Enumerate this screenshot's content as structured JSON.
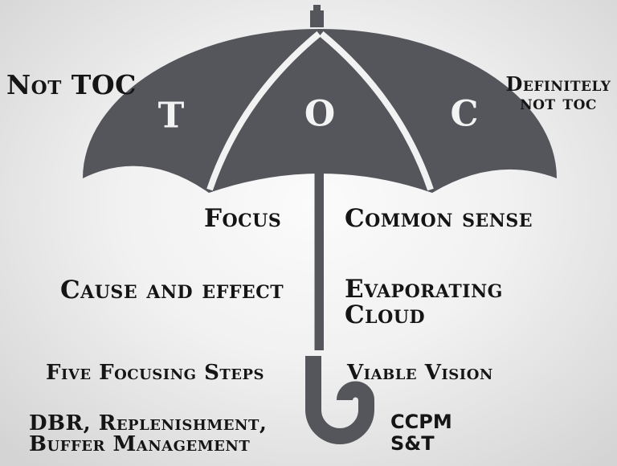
{
  "diagram_title": "TOC umbrella",
  "colors": {
    "umbrella": "#54565c",
    "seam": "#f2f2f2",
    "canopy_letter": "#f3f3f3",
    "text": "#151515",
    "background_center": "#fbfbfb",
    "background_edge": "#d4d4d4"
  },
  "umbrella": {
    "letters": {
      "t": "T",
      "o": "O",
      "c": "C"
    }
  },
  "labels": {
    "not_toc": "Not TOC",
    "definitely_not_toc_line1": "Definitely",
    "definitely_not_toc_line2": "not toc",
    "focus": "Focus",
    "common_sense": "Common sense",
    "cause_and_effect": "Cause and effect",
    "evaporating_line1": "Evaporating",
    "evaporating_line2": "Cloud",
    "five_focusing_steps": "Five Focusing Steps",
    "viable_vision": "Viable Vision",
    "dbr_line1": "DBR, Replenishment,",
    "dbr_line2": "Buffer Management",
    "ccpm_line1": "CCPM",
    "ccpm_line2": "S&T"
  }
}
